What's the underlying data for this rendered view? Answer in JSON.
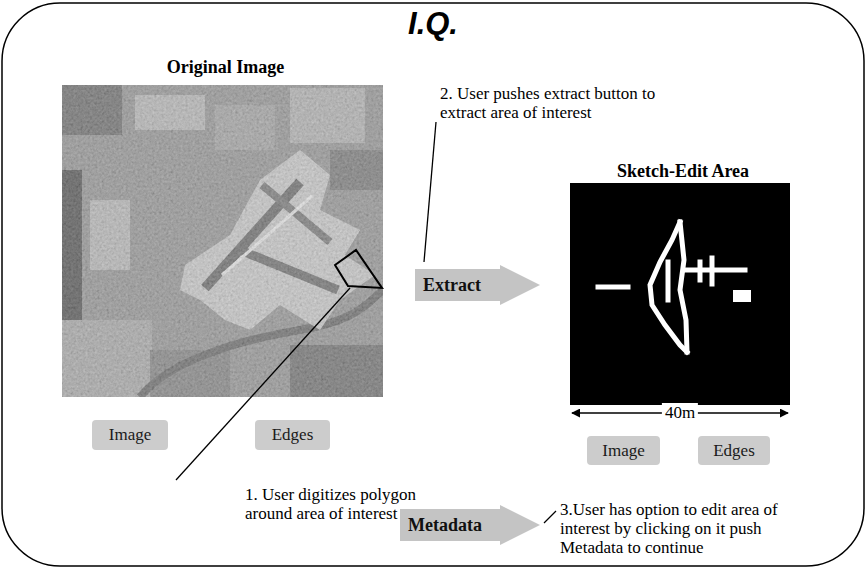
{
  "diagram": {
    "title": "I.Q.",
    "nodes": [
      {
        "text": [
          "Original Image"
        ]
      },
      {
        "text": [
          "Sketch-Edit Area"
        ]
      },
      {
        "text": [
          "Extract"
        ]
      },
      {
        "text": [
          "Image"
        ]
      },
      {
        "text": [
          "Edges"
        ]
      },
      {
        "text": [
          "Image"
        ]
      },
      {
        "text": [
          "Edges"
        ]
      },
      {
        "text": [
          "Metadata"
        ]
      }
    ],
    "labels": [
      "2. User pushes extract button to extract area of interest",
      "40m",
      "1. User digitizes polygon around area of interest",
      "3.User has option to edit area of interest by clicking on it push Metadata to continue"
    ]
  }
}
